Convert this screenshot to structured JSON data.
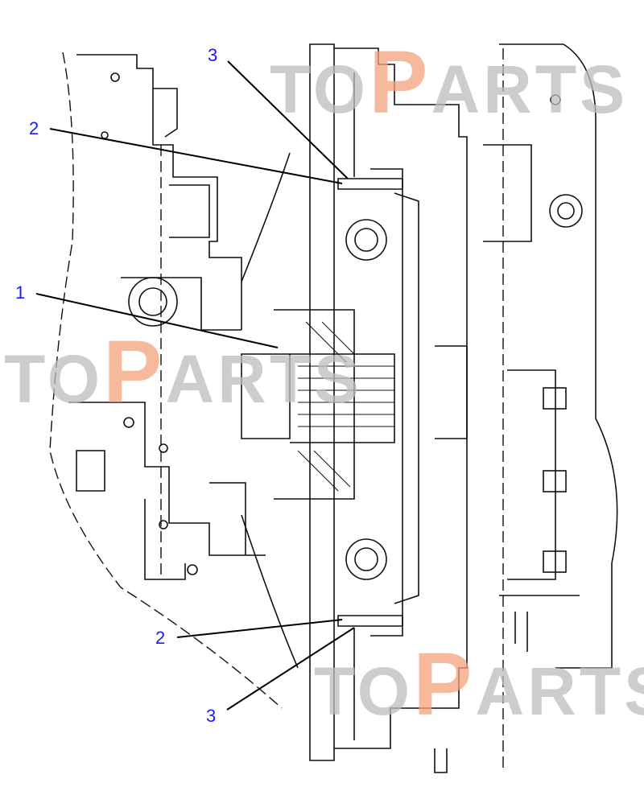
{
  "diagram": {
    "callouts": [
      {
        "id": "top-3",
        "label": "3"
      },
      {
        "id": "top-2",
        "label": "2"
      },
      {
        "id": "mid-1",
        "label": "1"
      },
      {
        "id": "bottom-2",
        "label": "2"
      },
      {
        "id": "bottom-3",
        "label": "3"
      }
    ],
    "watermark": {
      "prefix": "TO",
      "accent": "P",
      "suffix": "ARTS"
    },
    "colors": {
      "callout": "#1a1aff",
      "watermark": "#bdbdbd",
      "watermark_accent": "#f3a27a"
    }
  }
}
